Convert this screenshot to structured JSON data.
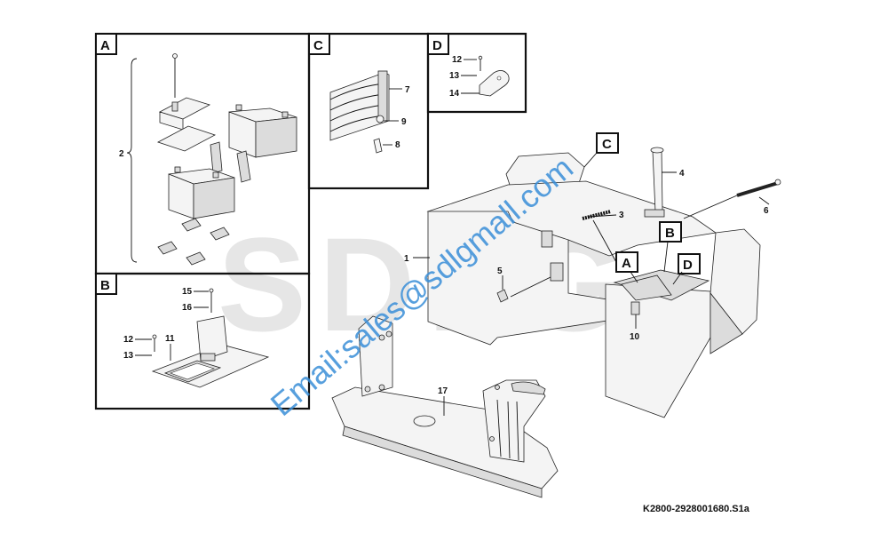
{
  "panels": {
    "a": {
      "letter": "A",
      "callouts": {
        "c2": "2"
      }
    },
    "b": {
      "letter": "B",
      "callouts": {
        "c15": "15",
        "c16": "16",
        "c12": "12",
        "c11": "11",
        "c13": "13"
      }
    },
    "c": {
      "letter": "C",
      "callouts": {
        "c7": "7",
        "c9": "9",
        "c8": "8"
      }
    },
    "d": {
      "letter": "D",
      "callouts": {
        "c12": "12",
        "c13": "13",
        "c14": "14"
      }
    }
  },
  "main": {
    "view_labels": {
      "c": "C",
      "b": "B",
      "a": "A",
      "d": "D"
    },
    "callouts": {
      "c1": "1",
      "c3": "3",
      "c4": "4",
      "c5": "5",
      "c6": "6",
      "c10": "10",
      "c17": "17"
    }
  },
  "watermark": {
    "email": "Email:sales@sdlgmall.com",
    "logo": "SDLG"
  },
  "drawing_code": "K2800-2928001680.S1a"
}
